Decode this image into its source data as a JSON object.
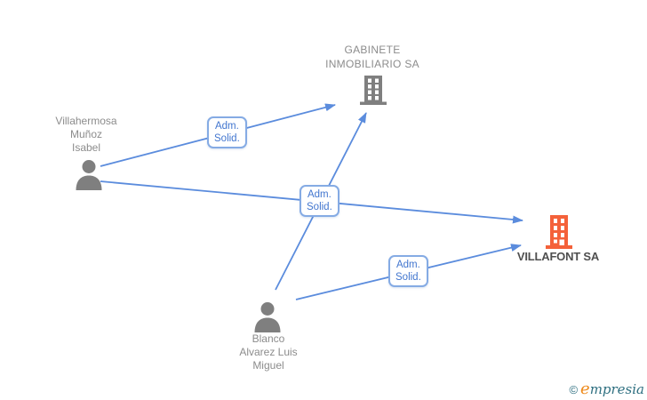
{
  "colors": {
    "edge-color": "#5b8cdd",
    "node-gray": "#7f7f7f",
    "node-orange": "#f4613a",
    "label-gray": "#8c8c8c",
    "label-dark": "#4f4f4f",
    "edge-label-text": "#4276cf",
    "edge-label-border": "#85abe4",
    "logo-teal": "#2e6f80",
    "logo-orange": "#ee8b1e"
  },
  "nodes": {
    "gabinete": {
      "type": "company",
      "name": "GABINETE INMOBILIARIO SA",
      "lines": [
        "GABINETE",
        "INMOBILIARIO SA"
      ]
    },
    "villahermosa": {
      "type": "person",
      "name": "Villahermosa Muñoz Isabel",
      "lines": [
        "Villahermosa",
        "Muñoz",
        "Isabel"
      ]
    },
    "blanco": {
      "type": "person",
      "name": "Blanco Alvarez Luis Miguel",
      "lines": [
        "Blanco",
        "Alvarez Luis",
        "Miguel"
      ]
    },
    "villafont": {
      "type": "company",
      "name": "VILLAFONT SA",
      "lines": [
        "VILLAFONT SA"
      ],
      "highlighted": true
    }
  },
  "edges": [
    {
      "from": "Villahermosa Muñoz Isabel",
      "to": "GABINETE INMOBILIARIO SA",
      "label": "Adm. Solid."
    },
    {
      "from": "Villahermosa Muñoz Isabel",
      "to": "VILLAFONT SA",
      "label": "Adm. Solid."
    },
    {
      "from": "Blanco Alvarez Luis Miguel",
      "to": "GABINETE INMOBILIARIO SA",
      "label": "Adm. Solid."
    },
    {
      "from": "Blanco Alvarez Luis Miguel",
      "to": "VILLAFONT SA",
      "label": "Adm. Solid."
    }
  ],
  "edge_labels": [
    {
      "line1": "Adm.",
      "line2": "Solid."
    },
    {
      "line1": "Adm.",
      "line2": "Solid."
    },
    {
      "line1": "Adm.",
      "line2": "Solid."
    }
  ],
  "logo": {
    "copyright": "©",
    "brand_initial": "e",
    "brand_rest": "mpresia"
  }
}
